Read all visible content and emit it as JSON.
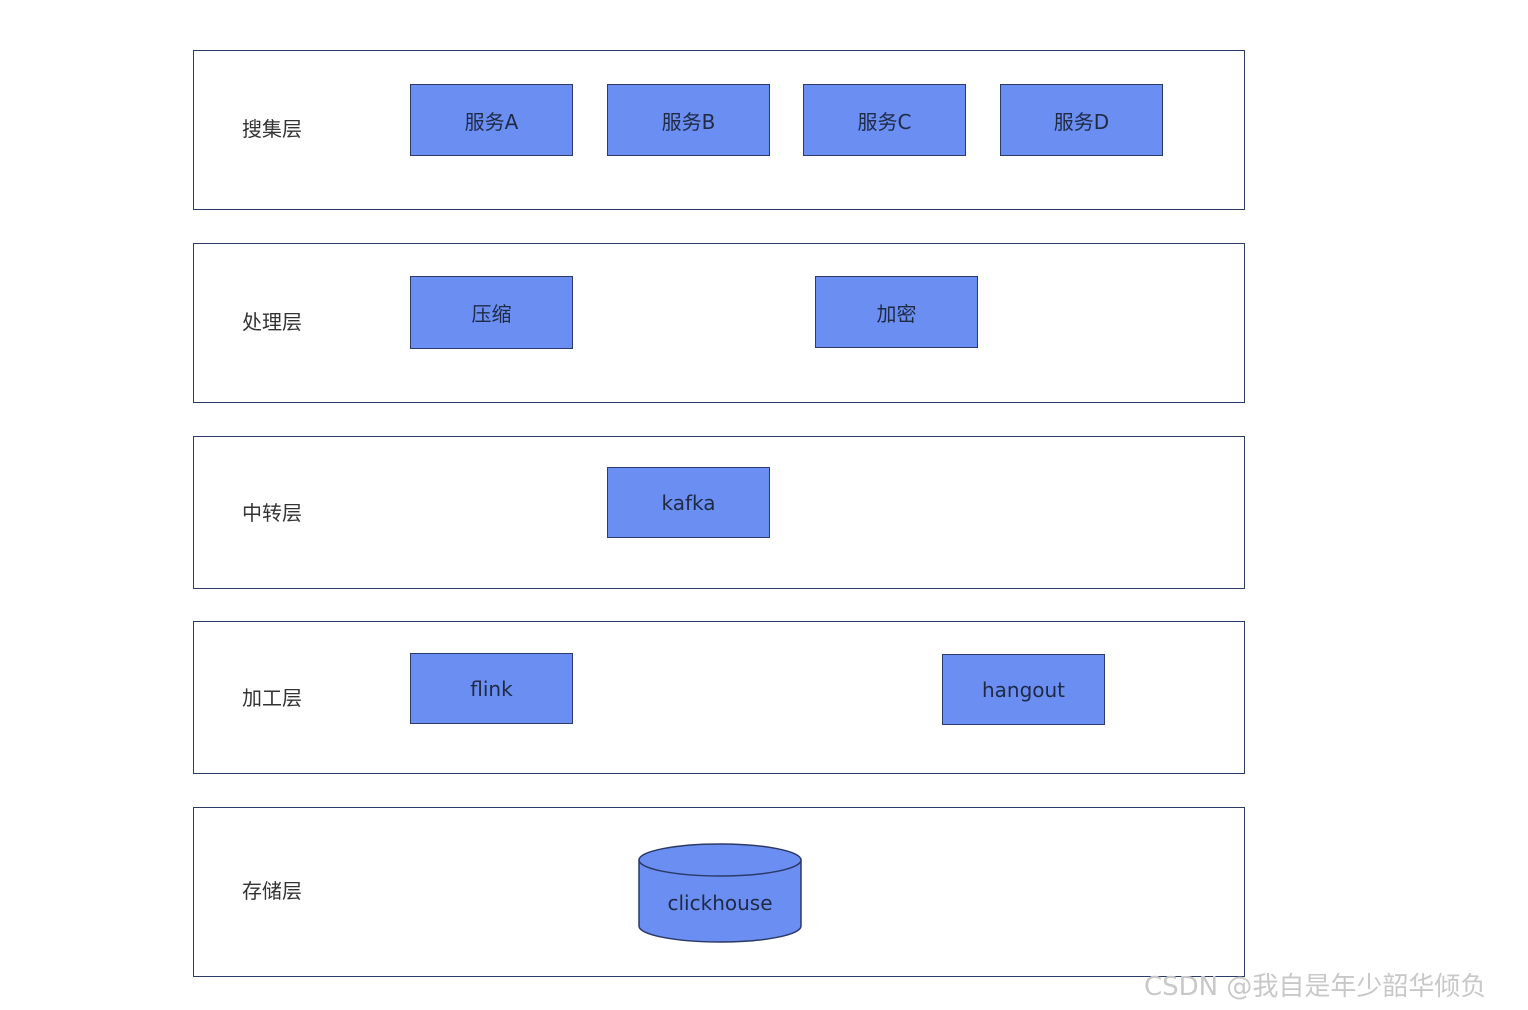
{
  "layers": [
    {
      "label": "搜集层",
      "nodes": [
        "服务A",
        "服务B",
        "服务C",
        "服务D"
      ]
    },
    {
      "label": "处理层",
      "nodes": [
        "压缩",
        "加密"
      ]
    },
    {
      "label": "中转层",
      "nodes": [
        "kafka"
      ]
    },
    {
      "label": "加工层",
      "nodes": [
        "flink",
        "hangout"
      ]
    },
    {
      "label": "存储层",
      "nodes": [
        "clickhouse"
      ]
    }
  ],
  "watermark": "CSDN @我自是年少韶华倾负",
  "colors": {
    "node_fill": "#6b8ef3",
    "border": "#2b3a67",
    "label_text": "#333333",
    "watermark": "#c8c8c8"
  }
}
